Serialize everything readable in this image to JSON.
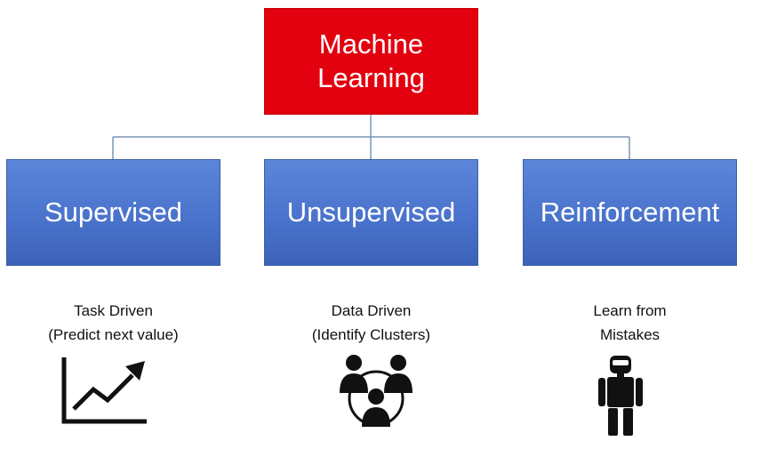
{
  "root": {
    "label": "Machine\nLearning",
    "color": "#e3000f"
  },
  "branches": [
    {
      "title": "Supervised",
      "description_line1": "Task Driven",
      "description_line2": "(Predict next value)",
      "icon": "trending-chart-icon",
      "color": "#4a73cc"
    },
    {
      "title": "Unsupervised",
      "description_line1": "Data Driven",
      "description_line2": "(Identify Clusters)",
      "icon": "people-cluster-icon",
      "color": "#4a73cc"
    },
    {
      "title": "Reinforcement",
      "description_line1": "Learn from",
      "description_line2": "Mistakes",
      "icon": "robot-icon",
      "color": "#4a73cc"
    }
  ],
  "connector_color": "#7a96b8"
}
